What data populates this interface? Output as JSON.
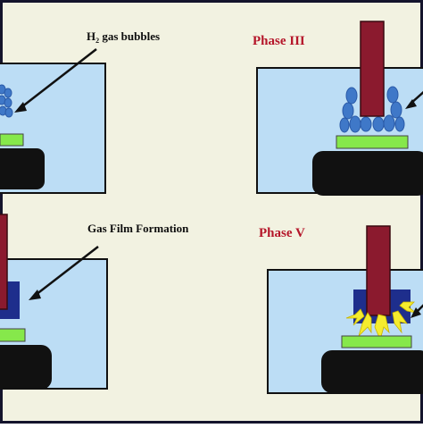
{
  "labels": {
    "h2_prefix": "H",
    "h2_subscript": "2",
    "h2_suffix": " gas bubbles",
    "phase_three": "Phase III",
    "gas_film": "Gas Film Formation",
    "phase_five": "Phase V"
  },
  "colors": {
    "background": "#F2F2E1",
    "frame": "#14142C",
    "water": "#BCDDF5",
    "electrode": "#8B1A2E",
    "bubble": "#3F78C8",
    "gas_film": "#1E2E8C",
    "pad": "#86E84B",
    "base": "#111111",
    "spark": "#F5EC2E",
    "label_dark": "#0E0E0E",
    "label_red": "#B5162A"
  }
}
